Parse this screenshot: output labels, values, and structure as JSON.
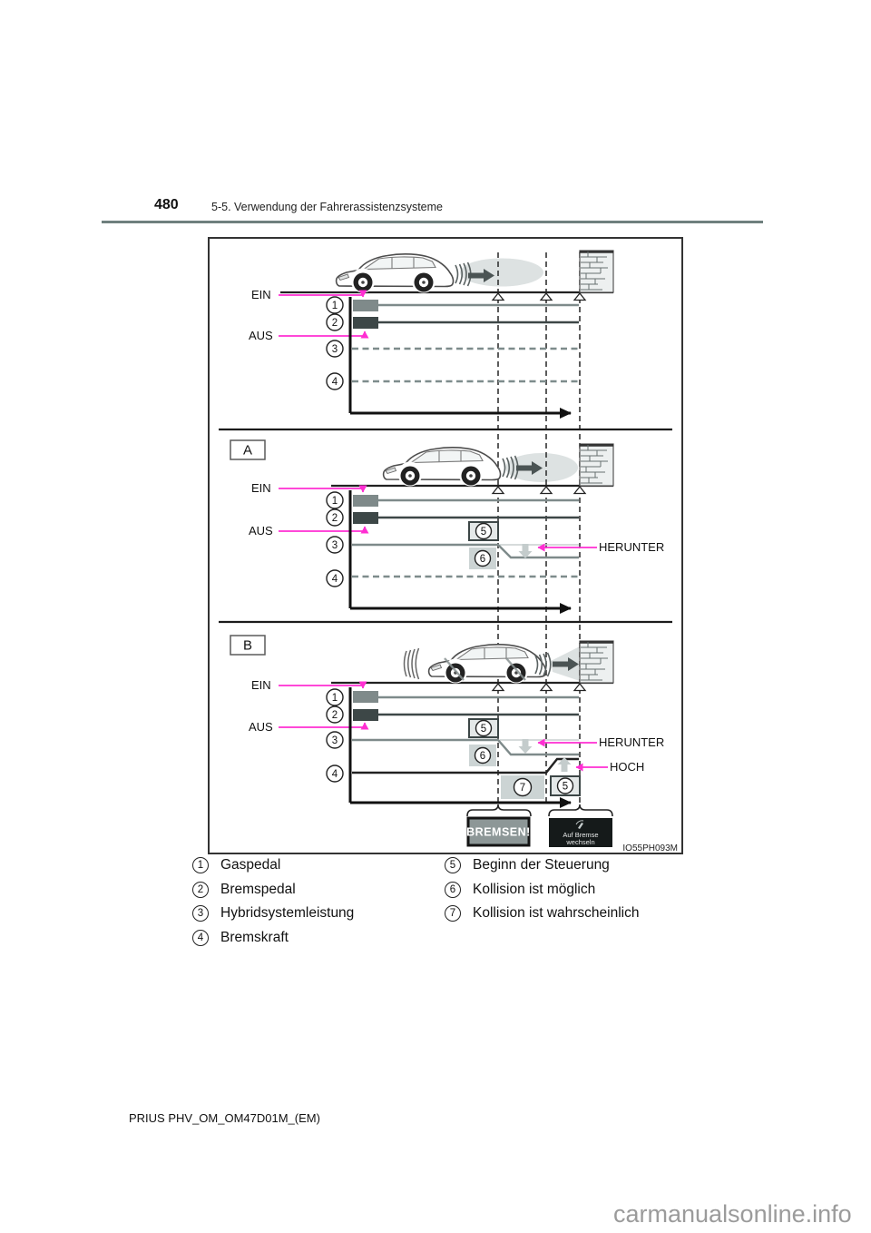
{
  "page": {
    "number": "480",
    "section_title": "5-5. Verwendung der Fahrerassistenzsysteme",
    "footer_code": "PRIUS PHV_OM_OM47D01M_(EM)",
    "watermark": "carmanualsonline.info"
  },
  "figure": {
    "code": "IO55PH093M",
    "panels": {
      "a": "A",
      "b": "B"
    },
    "labels": {
      "ein": "EIN",
      "aus": "AUS",
      "herunter": "HERUNTER",
      "hoch": "HOCH",
      "brake_warning": "BREMSEN!",
      "display_line1": "Auf Bremse",
      "display_line2": "wechseln"
    },
    "markers": {
      "m1": "1",
      "m2": "2",
      "m3": "3",
      "m4": "4",
      "m5": "5",
      "m6": "6",
      "m7": "7"
    }
  },
  "legend": {
    "left": [
      {
        "num": "1",
        "label": "Gaspedal"
      },
      {
        "num": "2",
        "label": "Bremspedal"
      },
      {
        "num": "3",
        "label": "Hybridsystemleistung"
      },
      {
        "num": "4",
        "label": "Bremskraft"
      }
    ],
    "right": [
      {
        "num": "5",
        "label": "Beginn der Steuerung"
      },
      {
        "num": "6",
        "label": "Kollision ist möglich"
      },
      {
        "num": "7",
        "label": "Kollision ist wahrscheinlich"
      }
    ]
  },
  "colors": {
    "accent_magenta": "#ff2ed2",
    "line_gray": "#7e8a8a",
    "line_dark": "#3d4747",
    "header_rule": "#6f807e"
  }
}
